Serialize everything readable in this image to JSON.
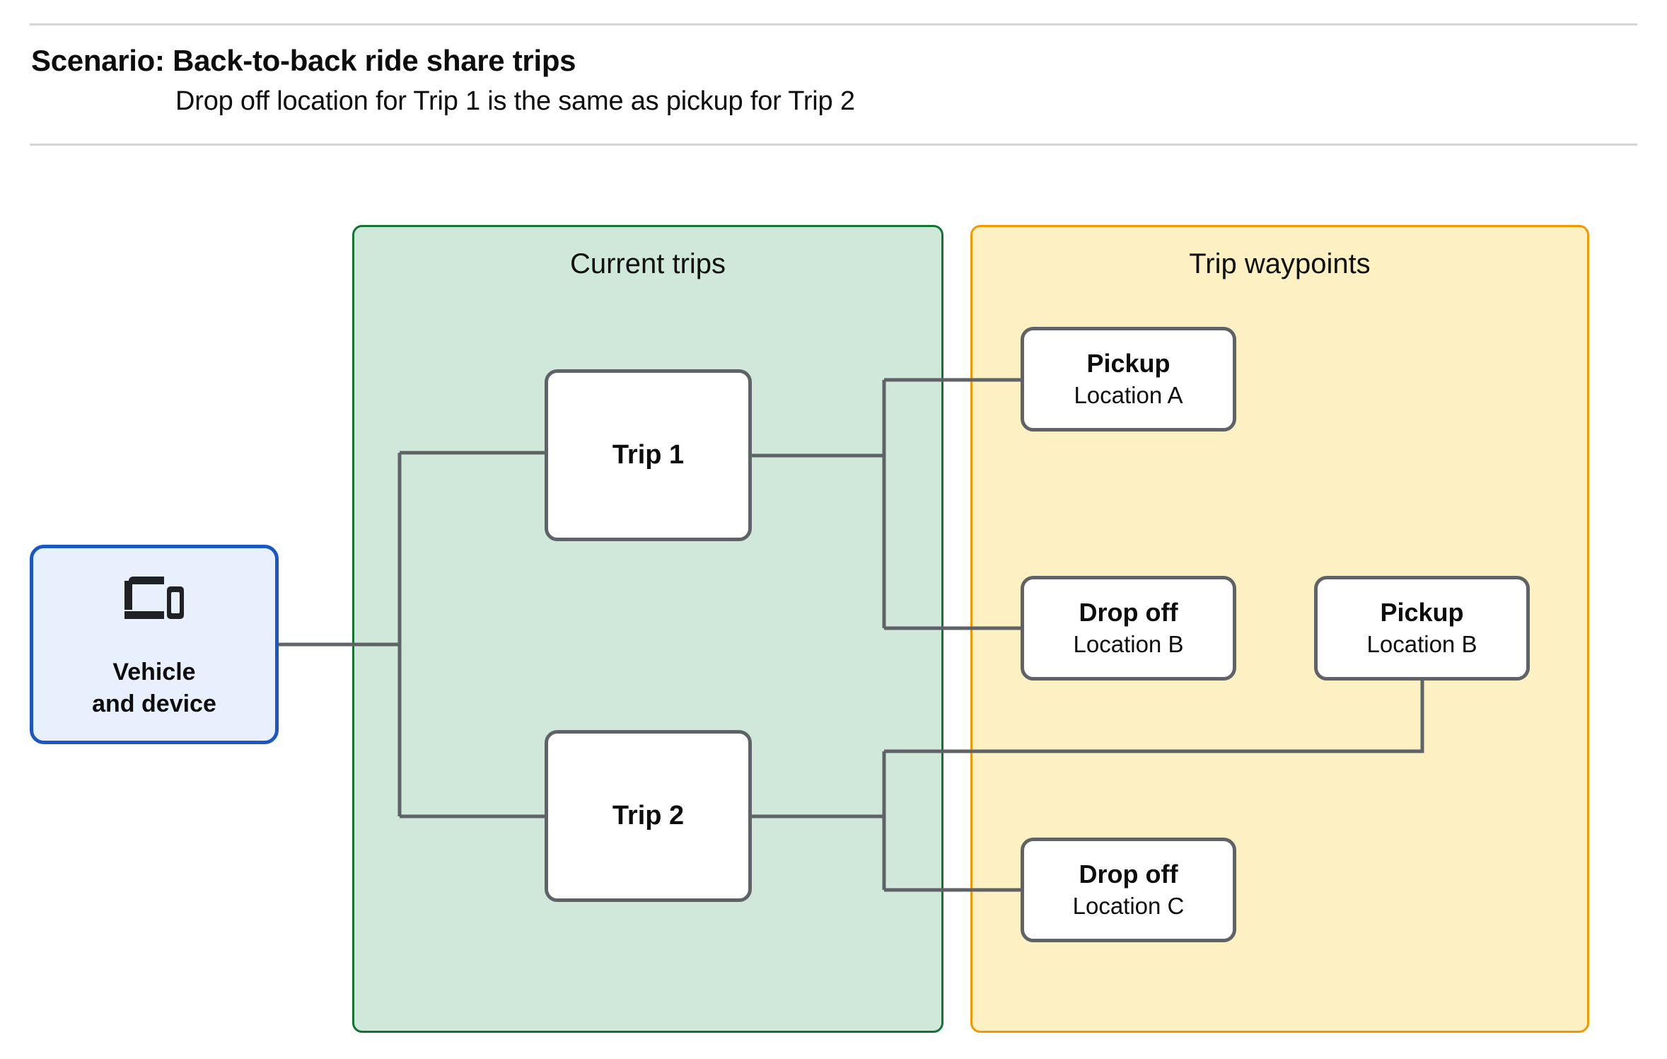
{
  "header": {
    "title": "Scenario: Back-to-back ride share trips",
    "subtitle": "Drop off  location for Trip 1 is the same as pickup for Trip 2"
  },
  "groups": [
    {
      "id": "current-trips",
      "title": "Current trips",
      "fill": "#cfe8d9",
      "stroke": "#137333"
    },
    {
      "id": "trip-waypoints",
      "title": "Trip waypoints",
      "fill": "#fdf0c2",
      "stroke": "#f29900"
    }
  ],
  "nodes": {
    "vehicle": {
      "icon": "devices-icon",
      "line1": "Vehicle",
      "line2": "and device",
      "fill": "#e8f0fe",
      "stroke": "#1a56c4"
    },
    "trip1": {
      "label": "Trip 1"
    },
    "trip2": {
      "label": "Trip 2"
    },
    "pickup_a": {
      "type": "Pickup",
      "location": "Location A"
    },
    "dropoff_b": {
      "type": "Drop off",
      "location": "Location B"
    },
    "pickup_b": {
      "type": "Pickup",
      "location": "Location B"
    },
    "dropoff_c": {
      "type": "Drop off",
      "location": "Location C"
    }
  },
  "connectors": {
    "stroke": "#5f6368",
    "width": 5,
    "edges": [
      {
        "from": "vehicle",
        "to": "trip1"
      },
      {
        "from": "vehicle",
        "to": "trip2"
      },
      {
        "from": "trip1",
        "to": "pickup_a"
      },
      {
        "from": "trip1",
        "to": "dropoff_b"
      },
      {
        "from": "trip2",
        "to": "pickup_b"
      },
      {
        "from": "trip2",
        "to": "dropoff_c"
      }
    ]
  },
  "colors": {
    "page_background": "#ffffff",
    "rule": "#d6d6d6",
    "node_stroke": "#5f6368",
    "text": "#0d0d0d"
  }
}
